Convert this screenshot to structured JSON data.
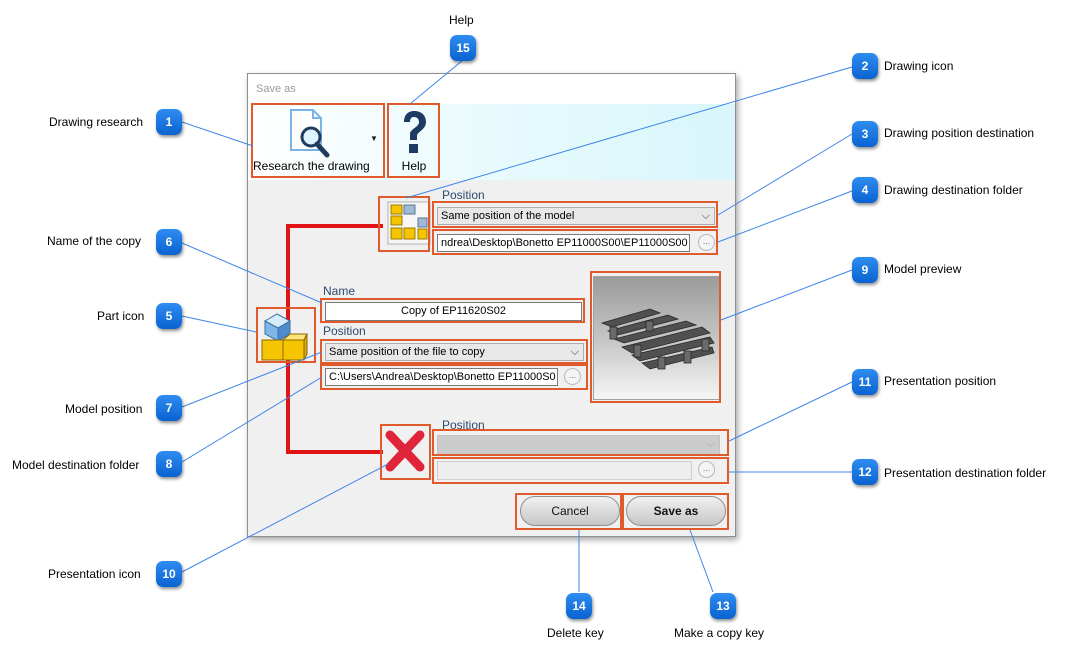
{
  "dialog": {
    "title": "Save as",
    "ribbon": {
      "research_label": "Research the drawing",
      "help_label": "Help"
    },
    "drawing": {
      "position_label": "Position",
      "position_value": "Same position of the model",
      "folder_value": "ndrea\\Desktop\\Bonetto EP11000S00\\EP11000S00"
    },
    "part": {
      "name_label": "Name",
      "name_value": "Copy of EP11620S02",
      "position_label": "Position",
      "position_value": "Same position of the file to copy",
      "folder_value": "C:\\Users\\Andrea\\Desktop\\Bonetto EP11000S0"
    },
    "presentation": {
      "position_label": "Position",
      "position_value": "",
      "folder_value": ""
    },
    "ellipsis_glyph": "...",
    "buttons": {
      "cancel": "Cancel",
      "save_as": "Save as"
    }
  },
  "callouts": [
    {
      "number": "1",
      "label": "Drawing research"
    },
    {
      "number": "2",
      "label": "Drawing icon"
    },
    {
      "number": "3",
      "label": "Drawing position destination"
    },
    {
      "number": "4",
      "label": "Drawing destination folder"
    },
    {
      "number": "5",
      "label": "Part icon"
    },
    {
      "number": "6",
      "label": "Name of the copy"
    },
    {
      "number": "7",
      "label": "Model position"
    },
    {
      "number": "8",
      "label": "Model destination folder"
    },
    {
      "number": "9",
      "label": "Model preview"
    },
    {
      "number": "10",
      "label": "Presentation icon"
    },
    {
      "number": "11",
      "label": "Presentation position"
    },
    {
      "number": "12",
      "label": "Presentation destination folder"
    },
    {
      "number": "13",
      "label": "Make a copy key"
    },
    {
      "number": "14",
      "label": "Delete key"
    },
    {
      "number": "15",
      "label": "Help"
    }
  ],
  "colors": {
    "badge": "#1a78e6",
    "highlight": "#e05a2b",
    "connector": "#e01414",
    "leader": "#3d86e8"
  },
  "icons": {
    "research": "magnifier-document-icon",
    "help": "question-mark-icon",
    "drawing": "drawing-grid-icon",
    "part": "cubes-icon",
    "presentation": "red-x-icon",
    "dropdown": "chevron-down-icon"
  }
}
